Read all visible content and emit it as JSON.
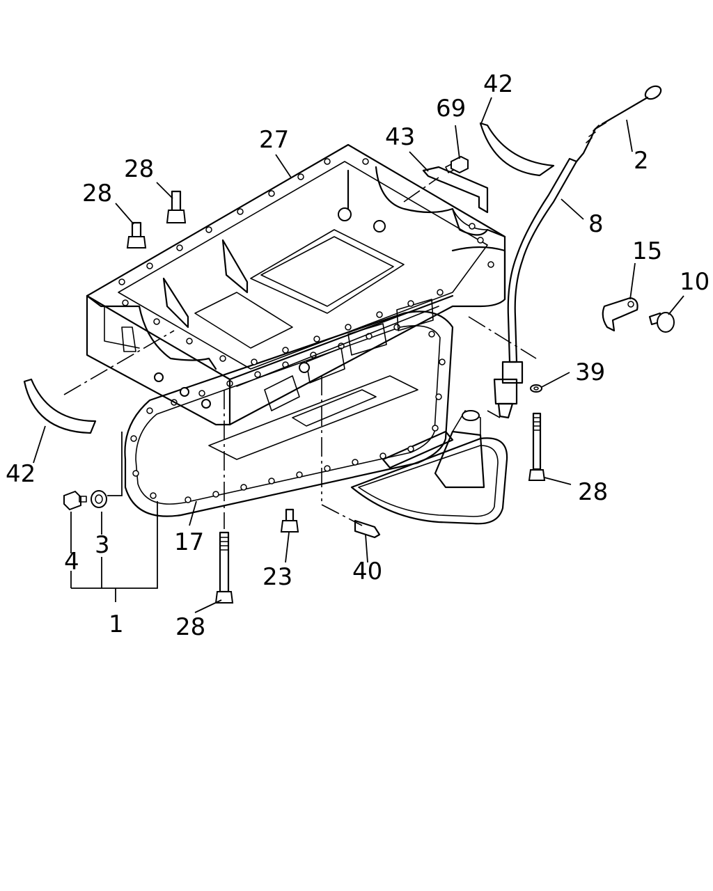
{
  "labels": {
    "l42_top": "42",
    "l69": "69",
    "l43": "43",
    "l27": "27",
    "l28_a": "28",
    "l28_b": "28",
    "l2": "2",
    "l8": "8",
    "l15": "15",
    "l10": "10",
    "l39": "39",
    "l42_left": "42",
    "l28_right": "28",
    "l17": "17",
    "l4": "4",
    "l3": "3",
    "l1": "1",
    "l23": "23",
    "l40": "40",
    "l28_bottom": "28"
  }
}
